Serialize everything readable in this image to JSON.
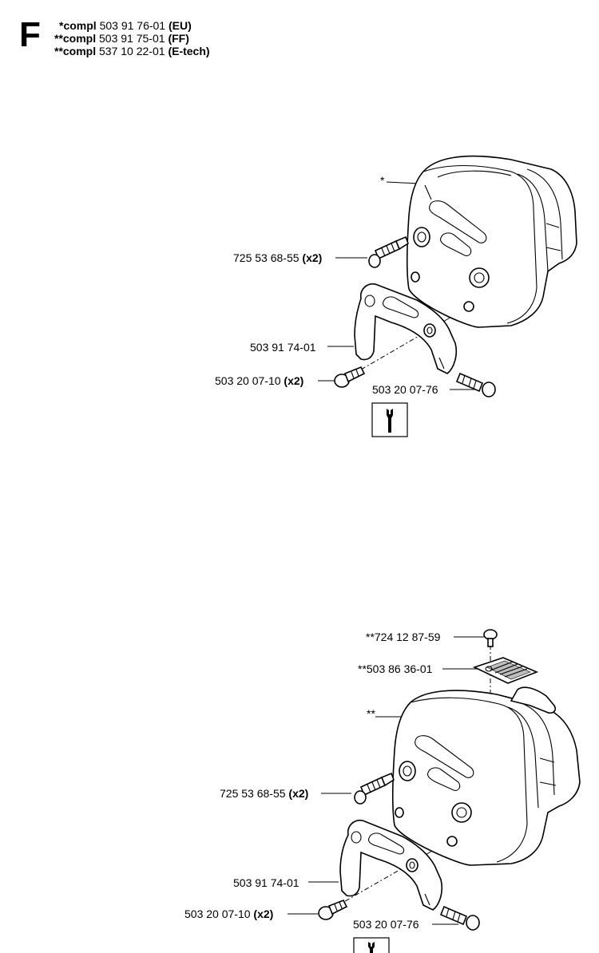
{
  "header": {
    "section_letter": "F",
    "compl_lines": [
      {
        "prefix": "*compl",
        "number": "503 91 76-01",
        "variant": "(EU)"
      },
      {
        "prefix": "**compl",
        "number": "503 91 75-01",
        "variant": "(FF)"
      },
      {
        "prefix": "**compl",
        "number": "537 10 22-01",
        "variant": "(E-tech)"
      }
    ]
  },
  "diagram_top": {
    "callouts": {
      "muffler": "*",
      "screw_upper": "725 53 68-55",
      "screw_upper_qty": "(x2)",
      "bracket": "503 91 74-01",
      "screw_lower": "503 20 07-10",
      "screw_lower_qty": "(x2)",
      "screw_right": "503 20 07-76"
    },
    "tool_icon": "wrench-icon"
  },
  "diagram_bottom": {
    "callouts": {
      "screw_top": "**724 12 87-59",
      "spark_screen": "**503 86 36-01",
      "muffler": "**",
      "screw_upper": "725 53 68-55",
      "screw_upper_qty": "(x2)",
      "bracket": "503 91 74-01",
      "screw_lower": "503 20 07-10",
      "screw_lower_qty": "(x2)",
      "screw_right": "503 20 07-76"
    },
    "tool_icon": "wrench-icon"
  }
}
